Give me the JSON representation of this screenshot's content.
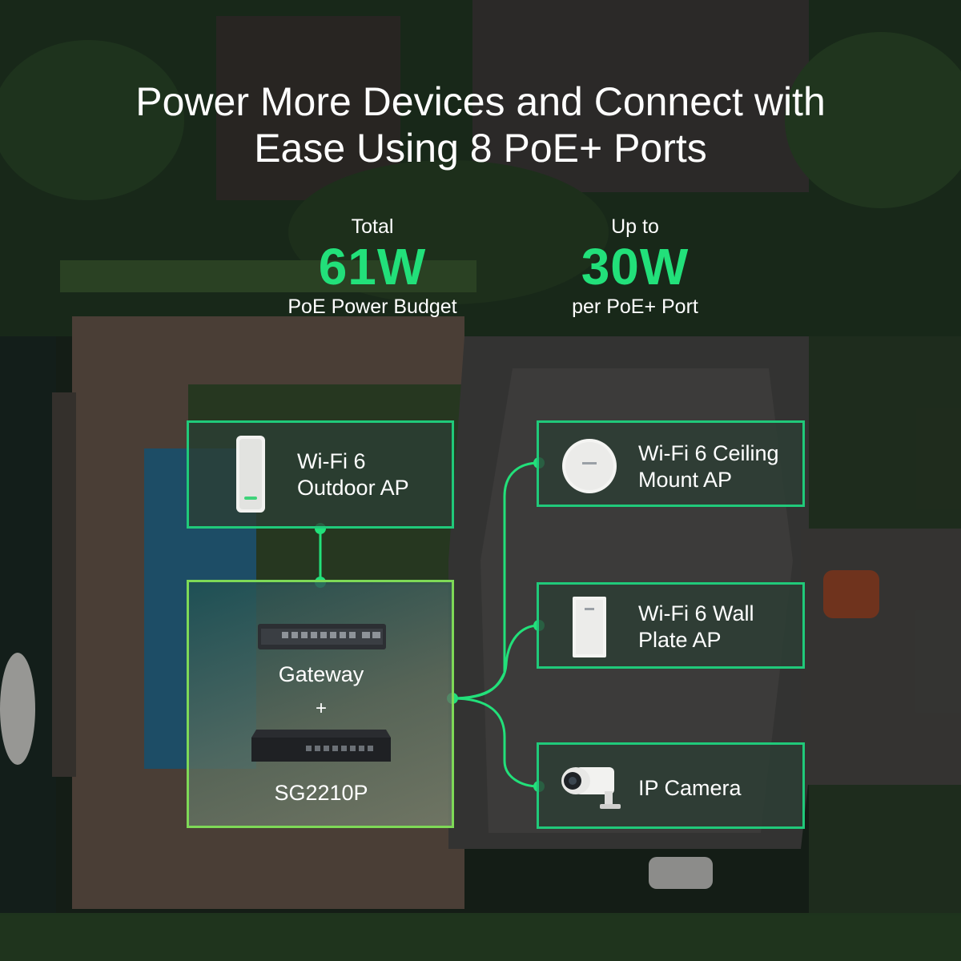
{
  "header": {
    "title_line1": "Power More Devices and Connect with",
    "title_line2": "Ease Using 8 PoE+ Ports"
  },
  "stats": [
    {
      "top": "Total",
      "value": "61W",
      "bottom": "PoE Power Budget"
    },
    {
      "top": "Up to",
      "value": "30W",
      "bottom": "per PoE+ Port"
    }
  ],
  "devices": {
    "outdoor_ap": {
      "line1": "Wi-Fi 6",
      "line2": "Outdoor AP",
      "icon": "outdoor-ap-icon"
    },
    "ceiling_ap": {
      "line1": "Wi-Fi 6 Ceiling",
      "line2": "Mount AP",
      "icon": "ceiling-ap-icon"
    },
    "wall_ap": {
      "line1": "Wi-Fi 6 Wall",
      "line2": "Plate AP",
      "icon": "wall-plate-ap-icon"
    },
    "camera": {
      "line1": "IP Camera",
      "icon": "camera-icon"
    }
  },
  "core": {
    "gateway_label": "Gateway",
    "plus": "+",
    "switch_label": "SG2210P"
  },
  "colors": {
    "accent_green": "#22e07a",
    "card_border": "#20c97a",
    "core_border": "#7ed957"
  }
}
